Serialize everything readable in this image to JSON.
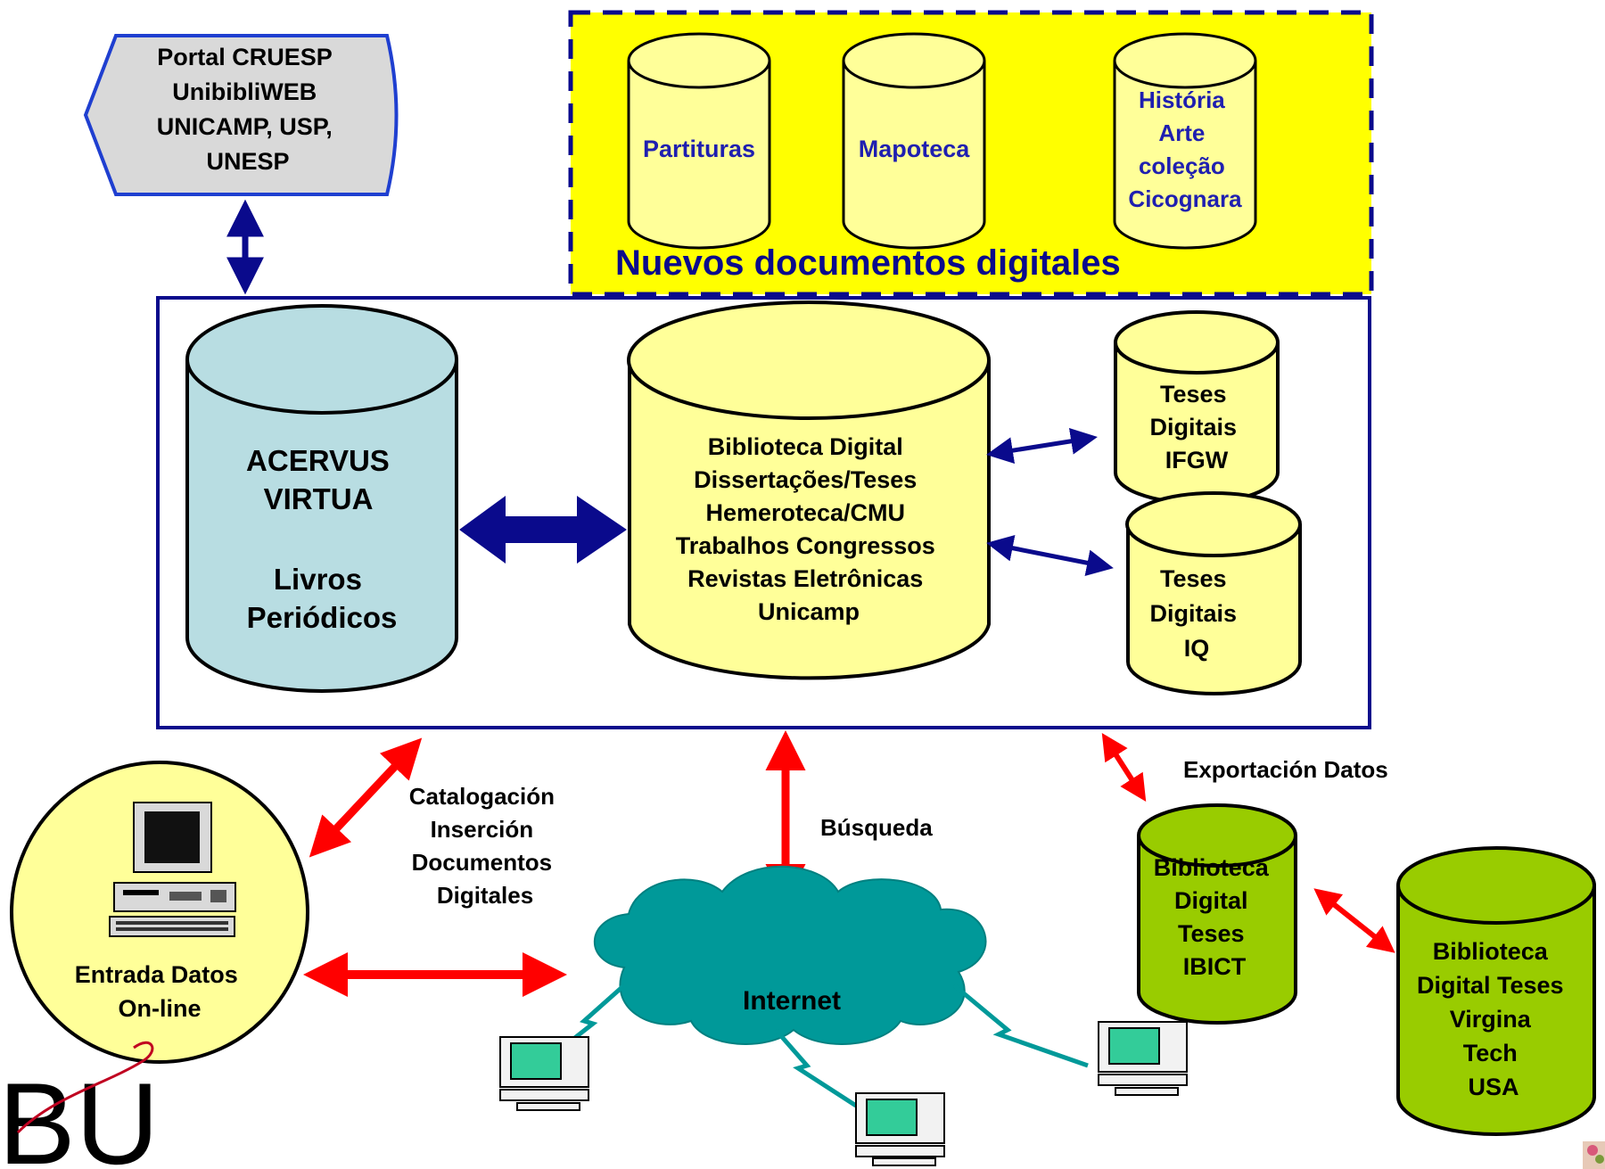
{
  "portal": {
    "line1": "Portal CRUESP",
    "line2": "UnibibliWEB",
    "line3": "UNICAMP, USP,",
    "line4": "UNESP"
  },
  "new_docs": {
    "title": "Nuevos documentos digitales",
    "partituras": "Partituras",
    "mapoteca": "Mapoteca",
    "historia": [
      "História",
      "Arte",
      "coleção",
      "Cicognara"
    ]
  },
  "acervus": {
    "line1": "ACERVUS",
    "line2": "VIRTUA",
    "line3": "Livros",
    "line4": "Periódicos"
  },
  "biblioteca_digital": {
    "lines": [
      "Biblioteca Digital",
      "Dissertações/Teses",
      "Hemeroteca/CMU",
      "Trabalhos Congressos",
      "Revistas Eletrônicas",
      "Unicamp"
    ]
  },
  "teses_ifgw": [
    "Teses",
    "Digitais",
    "IFGW"
  ],
  "teses_iq": [
    "Teses",
    "Digitais",
    "IQ"
  ],
  "catalogacion": [
    "Catalogación",
    "Inserción",
    "Documentos",
    "Digitales"
  ],
  "busqueda": "Búsqueda",
  "exportacion": "Exportación Datos",
  "ibict": [
    "Biblioteca",
    "Digital",
    "Teses",
    "IBICT"
  ],
  "virginia": [
    "Biblioteca",
    "Digital Teses",
    "Virgina",
    "Tech",
    "USA"
  ],
  "entrada": [
    "Entrada Datos",
    "On-line"
  ],
  "internet": "Internet",
  "logo": "BU",
  "colors": {
    "navy": "#0a0a8c",
    "yellow": "#ffff00",
    "pale_yellow": "#ffff99",
    "light_blue": "#b8dde2",
    "green": "#99cc00",
    "teal": "#009999",
    "red": "#ff0000",
    "portal_gray": "#d9d9d9"
  }
}
